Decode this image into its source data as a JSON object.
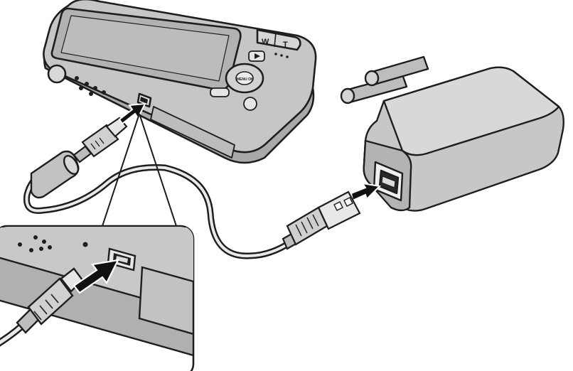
{
  "figure": {
    "camera": {
      "zoom_wide_label": "W",
      "zoom_tele_label": "T",
      "menu_ok_label": "MENU OK"
    },
    "colors": {
      "body": "#c6c6c6",
      "body_dark": "#a9a9a9",
      "outline": "#1e1e1e",
      "cable": "#e9e9e9",
      "arrow": "#111111",
      "panel": "#d0d0d0"
    },
    "icons": [
      "camera",
      "usb-cable",
      "micro-usb-plug",
      "usb-a-plug",
      "ac-power-adapter",
      "insert-arrow",
      "zoom-inset"
    ]
  }
}
